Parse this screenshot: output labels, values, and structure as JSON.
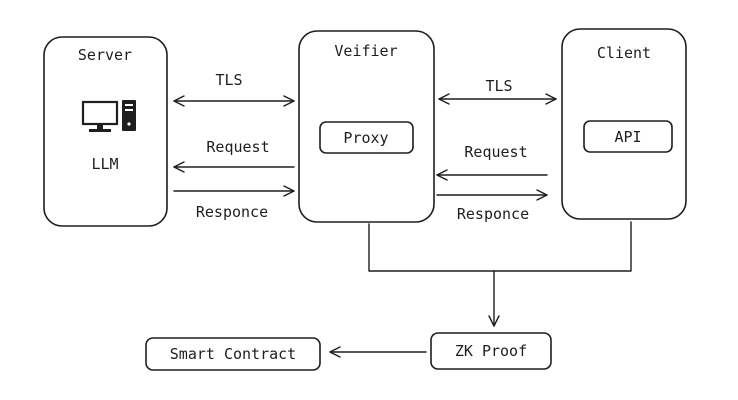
{
  "nodes": {
    "server": {
      "title": "Server",
      "label": "LLM",
      "icon": "desktop-computer-icon"
    },
    "verifier": {
      "title": "Veifier",
      "inner": "Proxy"
    },
    "client": {
      "title": "Client",
      "inner": "API"
    },
    "zk_proof": {
      "label": "ZK Proof"
    },
    "smart_contract": {
      "label": "Smart Contract"
    }
  },
  "edges": {
    "server_verifier": {
      "tls": "TLS",
      "request": "Request",
      "response": "Responce"
    },
    "verifier_client": {
      "tls": "TLS",
      "request": "Request",
      "response": "Responce"
    }
  },
  "colors": {
    "stroke": "#1e1e1e",
    "background": "#ffffff"
  }
}
